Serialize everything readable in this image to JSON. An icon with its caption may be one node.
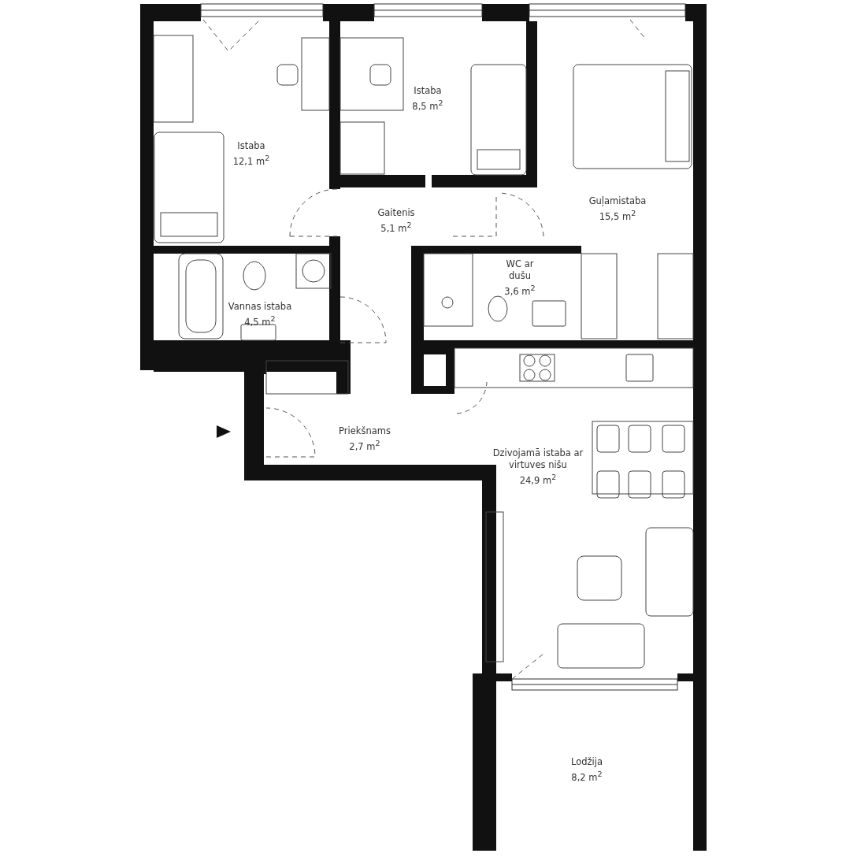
{
  "diagram": {
    "nodes": [
      {
        "text": [
          "Istaba",
          "12,1 m$^{2}$"
        ]
      },
      {
        "text": [
          "Istaba",
          "8,5 m$^{2}$"
        ]
      },
      {
        "text": [
          "Guļamistaba",
          "15,5 m$^{2}$"
        ]
      },
      {
        "text": [
          "Gaitenis",
          "5,1 m$^{2}$"
        ]
      },
      {
        "text": [
          "WC ar dušu",
          "3,6 m$^{2}$"
        ]
      },
      {
        "text": [
          "Vannas istaba",
          "4,5 m$^{2}$"
        ]
      },
      {
        "text": [
          "Priekšnams",
          "2,7 m$^{2}$"
        ]
      },
      {
        "text": [
          "Dzivojamā istaba ar virtuves nišu",
          "24,9 m$^{2}$"
        ]
      },
      {
        "text": [
          "Lodžija",
          "8,2 m$^{2}$"
        ]
      }
    ]
  }
}
